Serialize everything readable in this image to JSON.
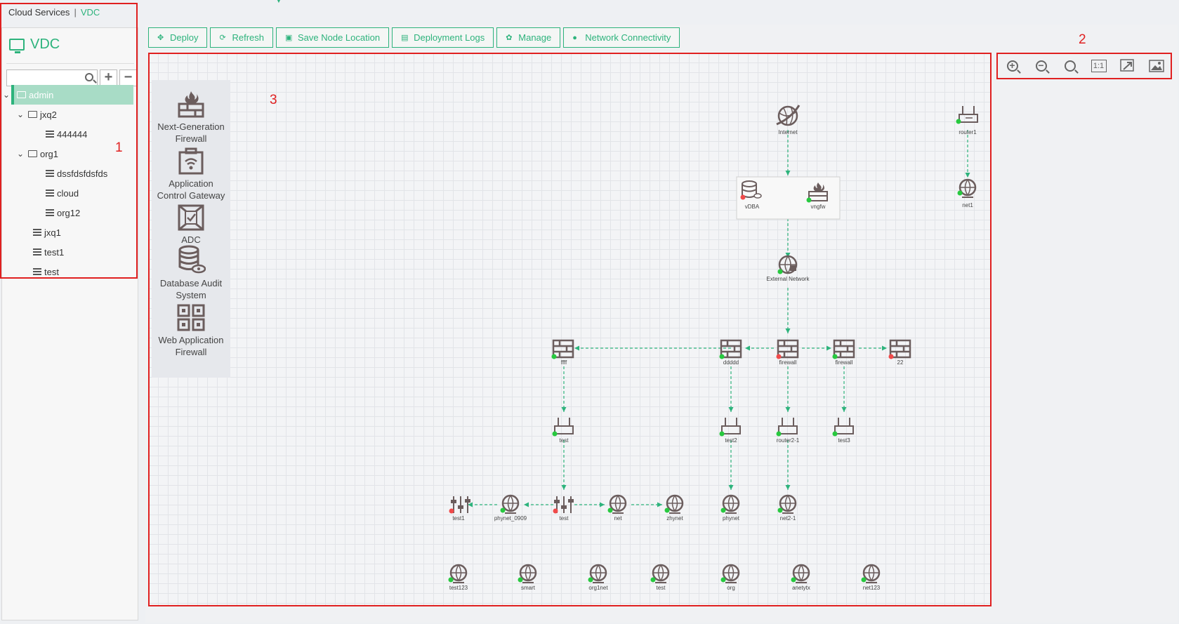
{
  "breadcrumb": {
    "root": "Cloud Services",
    "sep": "|",
    "current": "VDC"
  },
  "sidebar": {
    "title": "VDC",
    "search": {
      "placeholder": ""
    },
    "add_label": "+",
    "remove_label": "−",
    "tree": [
      {
        "label": "admin",
        "icon": "folder-icon"
      },
      {
        "label": "jxq2",
        "icon": "folder-icon"
      },
      {
        "label": "444444",
        "icon": "list-icon"
      },
      {
        "label": "org1",
        "icon": "folder-icon"
      },
      {
        "label": "dssfdsfdsfds",
        "icon": "list-icon"
      },
      {
        "label": "cloud",
        "icon": "list-icon"
      },
      {
        "label": "org12",
        "icon": "list-icon"
      },
      {
        "label": "jxq1",
        "icon": "list-icon"
      },
      {
        "label": "test1",
        "icon": "list-icon"
      },
      {
        "label": "test",
        "icon": "list-icon"
      }
    ]
  },
  "annotations": {
    "one": "1",
    "two": "2",
    "three": "3"
  },
  "toolbar": {
    "deploy": "Deploy",
    "refresh": "Refresh",
    "save": "Save Node Location",
    "logs": "Deployment Logs",
    "manage": "Manage",
    "network": "Network Connectivity"
  },
  "zoom": {
    "one_to_one": "1:1"
  },
  "palette": {
    "ngfw": [
      "Next-Generation",
      "Firewall"
    ],
    "acg": [
      "Application",
      "Control Gateway"
    ],
    "adc": [
      "ADC"
    ],
    "das": [
      "Database Audit",
      "System"
    ],
    "waf": [
      "Web Application",
      "Firewall"
    ]
  },
  "colors": {
    "accent": "#2db37c",
    "annotation": "#e02020",
    "status_ok": "#27c93f",
    "status_err": "#f04a4a"
  },
  "topology": {
    "nodes": {
      "internet": "Internet",
      "router1": "router1",
      "net1": "net1",
      "vdba": "vDBA",
      "vngfw": "vngfw",
      "extnet": "External Network",
      "fw_ffff": "ffff",
      "fw_ddddd": "ddddd",
      "fw_main": "firewall",
      "fw_2": "firewall",
      "fw_22": "22",
      "rt_test": "test",
      "rt_test2": "test2",
      "rt_router21": "router2-1",
      "rt_test3": "test3",
      "sw_test1": "test1",
      "net_phynet0909": "phynet_0909",
      "sw_test": "test",
      "net_net": "net",
      "net_zhynet": "zhynet",
      "net_phynet": "phynet",
      "net_net21": "net2-1",
      "net_test123": "test123",
      "net_smart": "smart",
      "net_org1net": "org1net",
      "net_test": "test",
      "net_org": "org",
      "net_anetytx": "anetytx",
      "net_net123": "net123"
    }
  }
}
